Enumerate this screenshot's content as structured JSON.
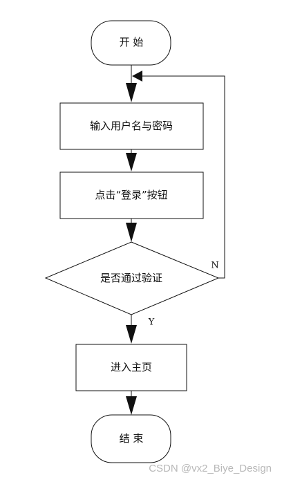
{
  "nodes": {
    "start": "开 始",
    "input_credentials": "输入用户名与密码",
    "click_login": "点击“登录”按钮",
    "verify": "是否通过验证",
    "enter_home": "进入主页",
    "end": "结 束"
  },
  "edges": {
    "yes_label": "Y",
    "no_label": "N"
  },
  "watermark": "CSDN @vx2_Biye_Design",
  "colors": {
    "stroke": "#111111",
    "watermark": "#b8b8b8"
  }
}
